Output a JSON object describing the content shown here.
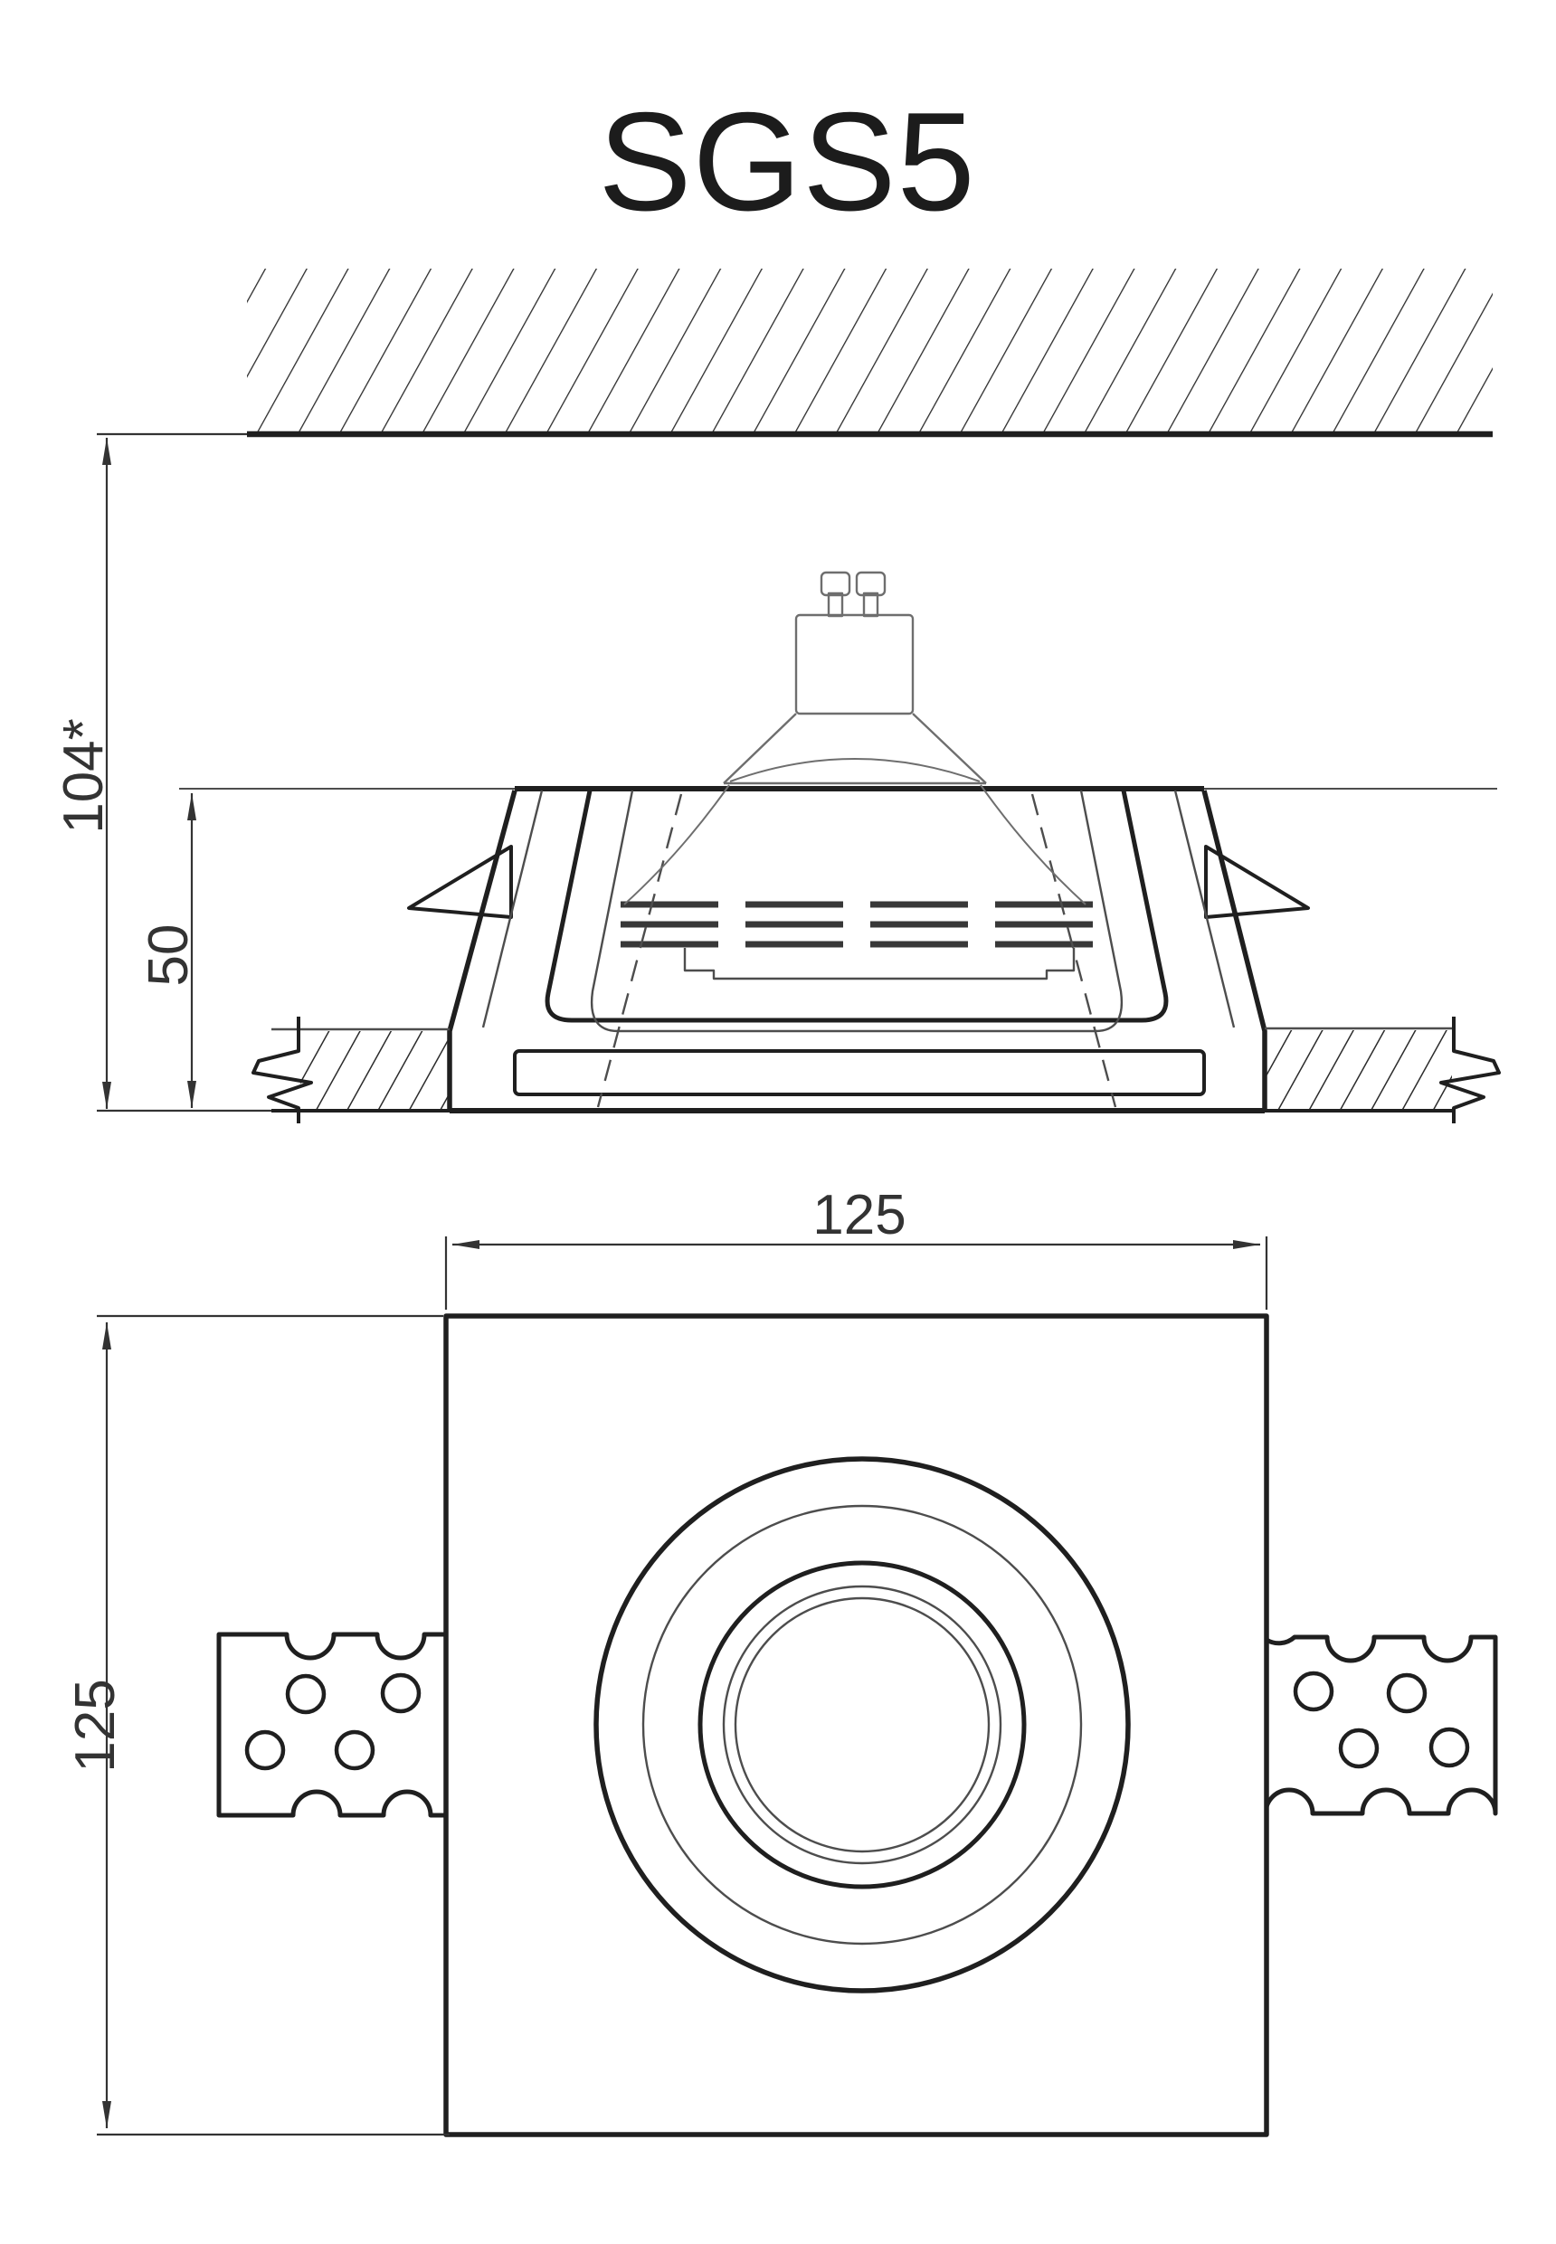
{
  "title": "SGS5",
  "style": {
    "line_color": "#1f1f1f",
    "thin_line_color": "#4d4d4d",
    "lamp_line_color": "#6e6e6e",
    "dim_color": "#333333",
    "background": "#ffffff"
  },
  "side_view": {
    "label_overall_height": "104*",
    "label_recess_depth": "50"
  },
  "plan_view": {
    "label_width": "125",
    "label_height": "125"
  }
}
